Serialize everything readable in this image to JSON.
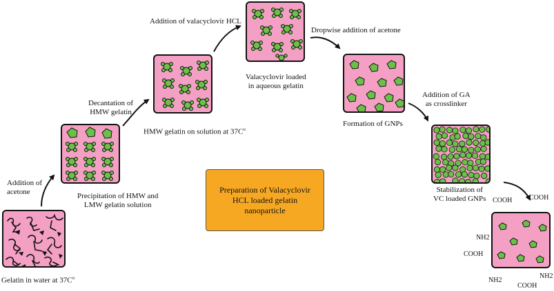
{
  "diagram": {
    "title": "Preparation of Valacyclovir HCL loaded gelatin nanoparticle",
    "steps": {
      "gelatin_water": "Gelatin in water at 37C",
      "gelatin_water_sup": "o",
      "addition_acetone": "Addition of\nacetone",
      "precipitation": "Precipitation of HMW and\nLMW gelatin solution",
      "decantation": "Decantation of\nHMW gelatin",
      "hmw_solution": "HMW gelatin on solution at 37C",
      "hmw_solution_sup": "o",
      "addition_valacyclovir": "Addition of valacyclovir HCL",
      "valacyclovir_loaded": "Valacyclovir loaded\nin aqueous gelatin",
      "dropwise_acetone": "Dropwise addition of acetone",
      "formation_gnps": "Formation of GNPs",
      "addition_ga": "Addition of GA\nas crosslinker",
      "stabilization": "Stabilization of\nVC loaded GNPs"
    },
    "functional_groups": {
      "cooh_1": "COOH",
      "cooh_2": "COOH",
      "nh2_1": "NH2",
      "cooh_3": "COOH",
      "nh2_2": "NH2",
      "cooh_4": "COOH",
      "nh2_3": "NH2"
    },
    "colors": {
      "box_fill": "#f4a0c4",
      "particle_green": "#6cc04a",
      "title_box": "#f7a823"
    }
  }
}
